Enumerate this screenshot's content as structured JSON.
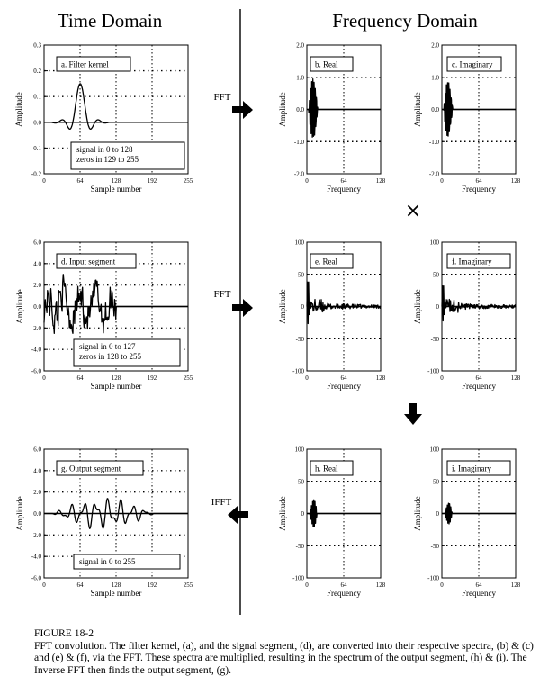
{
  "headers": {
    "time": "Time Domain",
    "freq": "Frequency Domain"
  },
  "arrows": {
    "fft1": "FFT",
    "fft2": "FFT",
    "ifft": "IFFT",
    "multiply": "×"
  },
  "caption": {
    "number": "FIGURE 18-2",
    "text": "FFT convolution. The filter kernel, (a), and the signal segment, (d), are converted into their respective spectra, (b) & (c) and (e) & (f), via the FFT. These spectra are multiplied, resulting in the spectrum of the output segment, (h) & (i). The Inverse FFT then finds the output segment, (g)."
  },
  "chart_data": [
    {
      "id": "a",
      "type": "line",
      "title": "a. Filter kernel",
      "xlabel": "Sample number",
      "ylabel": "Amplitude",
      "xlim": [
        0,
        255
      ],
      "ylim": [
        -0.2,
        0.3
      ],
      "xticks": [
        "0",
        "64",
        "128",
        "192",
        "255"
      ],
      "yticks": [
        "-0.2",
        "-0.1",
        "0.0",
        "0.1",
        "0.2",
        "0.3"
      ],
      "annotation": [
        "signal in 0 to 128",
        "zeros in 129 to 255"
      ],
      "waveform": "windowed-sinc kernel centered at 64, peak 0.15"
    },
    {
      "id": "b",
      "type": "line",
      "title": "b. Real",
      "xlabel": "Frequency",
      "ylabel": "Amplitude",
      "xlim": [
        0,
        128
      ],
      "ylim": [
        -2.0,
        2.0
      ],
      "xticks": [
        "0",
        "64",
        "128"
      ],
      "yticks": [
        "-2.0",
        "-1.0",
        "0.0",
        "1.0",
        "2.0"
      ],
      "waveform": "oscillation between -1.2 and 1.0 in 0-18, zero beyond"
    },
    {
      "id": "c",
      "type": "line",
      "title": "c. Imaginary",
      "xlabel": "Frequency",
      "ylabel": "Amplitude",
      "xlim": [
        0,
        128
      ],
      "ylim": [
        -2.0,
        2.0
      ],
      "xticks": [
        "0",
        "64",
        "128"
      ],
      "yticks": [
        "-2.0",
        "-1.0",
        "0.0",
        "1.0",
        "2.0"
      ],
      "waveform": "oscillation between -1.0 and 1.0 in 0-18, zero beyond"
    },
    {
      "id": "d",
      "type": "line",
      "title": "d. Input segment",
      "xlabel": "Sample number",
      "ylabel": "Amplitude",
      "xlim": [
        0,
        255
      ],
      "ylim": [
        -6.0,
        6.0
      ],
      "xticks": [
        "0",
        "64",
        "128",
        "192",
        "255"
      ],
      "yticks": [
        "-6.0",
        "-4.0",
        "-2.0",
        "0.0",
        "2.0",
        "4.0",
        "6.0"
      ],
      "annotation": [
        "signal in 0 to 127",
        "zeros in 128 to 255"
      ],
      "waveform": "random signal within about -2.5 to 3 in 0-127, zero beyond"
    },
    {
      "id": "e",
      "type": "line",
      "title": "e. Real",
      "xlabel": "Frequency",
      "ylabel": "Amplitude",
      "xlim": [
        0,
        128
      ],
      "ylim": [
        -100,
        100
      ],
      "xticks": [
        "0",
        "64",
        "128"
      ],
      "yticks": [
        "-100",
        "-50",
        "0",
        "50",
        "100"
      ],
      "waveform": "noisy spectrum, peak about 40 near 0, small ripple to 128"
    },
    {
      "id": "f",
      "type": "line",
      "title": "f. Imaginary",
      "xlabel": "Frequency",
      "ylabel": "Amplitude",
      "xlim": [
        0,
        128
      ],
      "ylim": [
        -100,
        100
      ],
      "xticks": [
        "0",
        "64",
        "128"
      ],
      "yticks": [
        "-100",
        "-50",
        "0",
        "50",
        "100"
      ],
      "waveform": "noisy spectrum, peak about 35 near 0, small ripple to 128"
    },
    {
      "id": "g",
      "type": "line",
      "title": "g. Output segment",
      "xlabel": "Sample number",
      "ylabel": "Amplitude",
      "xlim": [
        0,
        255
      ],
      "ylim": [
        -6.0,
        6.0
      ],
      "xticks": [
        "0",
        "64",
        "128",
        "192",
        "255"
      ],
      "yticks": [
        "-6.0",
        "-4.0",
        "-2.0",
        "0.0",
        "2.0",
        "4.0",
        "6.0"
      ],
      "annotation": [
        "signal in 0 to 255"
      ],
      "waveform": "smooth oscillation about ±1.5 between 20 and 190"
    },
    {
      "id": "h",
      "type": "line",
      "title": "h. Real",
      "xlabel": "Frequency",
      "ylabel": "Amplitude",
      "xlim": [
        0,
        128
      ],
      "ylim": [
        -100,
        100
      ],
      "xticks": [
        "0",
        "64",
        "128"
      ],
      "yticks": [
        "-100",
        "-50",
        "0",
        "50",
        "100"
      ],
      "waveform": "burst up to about 25 in 5-18, zero beyond"
    },
    {
      "id": "i",
      "type": "line",
      "title": "i. Imaginary",
      "xlabel": "Frequency",
      "ylabel": "Amplitude",
      "xlim": [
        0,
        128
      ],
      "ylim": [
        -100,
        100
      ],
      "xticks": [
        "0",
        "64",
        "128"
      ],
      "yticks": [
        "-100",
        "-50",
        "0",
        "50",
        "100"
      ],
      "waveform": "burst up to about 20 in 5-18, zero beyond"
    }
  ]
}
